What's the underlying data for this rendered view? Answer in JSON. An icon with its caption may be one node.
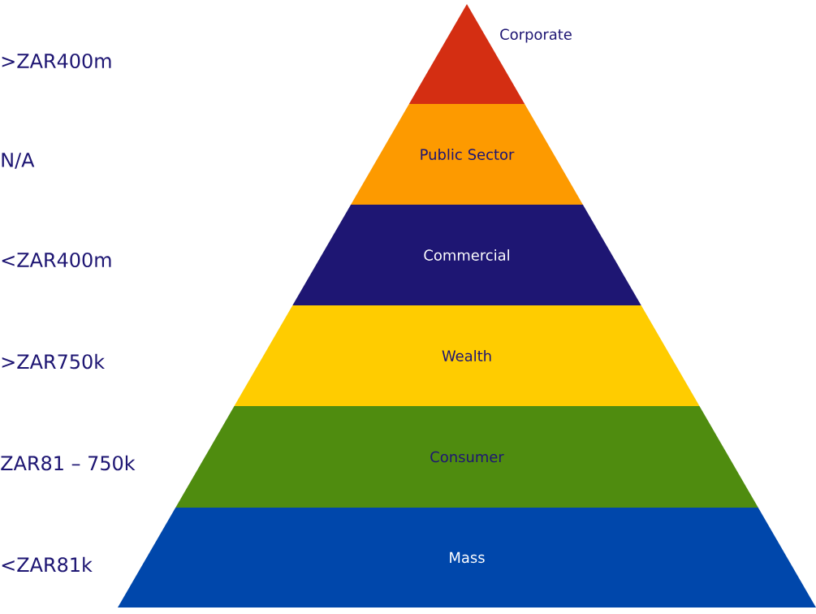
{
  "diagram": {
    "nodes": [
      {
        "text": [
          "Corporate"
        ]
      },
      {
        "text": [
          "Public Sector"
        ]
      },
      {
        "text": [
          "Commercial"
        ]
      },
      {
        "text": [
          "Wealth"
        ]
      },
      {
        "text": [
          "Consumer"
        ]
      },
      {
        "text": [
          "Mass"
        ]
      }
    ],
    "labels": [
      ">ZAR400m",
      "N/A",
      "<ZAR400m",
      ">ZAR750k",
      "ZAR81 – 750k",
      "<ZAR81k"
    ]
  }
}
